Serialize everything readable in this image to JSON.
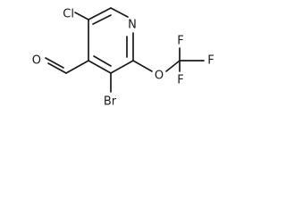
{
  "molecule": {
    "atoms": {
      "cl": "Cl",
      "n": "N",
      "o_aldehyde": "O",
      "o_ether": "O",
      "f1": "F",
      "f2": "F",
      "f3": "F",
      "br": "Br"
    },
    "colors": {
      "bond": "#1a1a1a",
      "label": "#1a1a1a",
      "background": "#ffffff"
    }
  }
}
